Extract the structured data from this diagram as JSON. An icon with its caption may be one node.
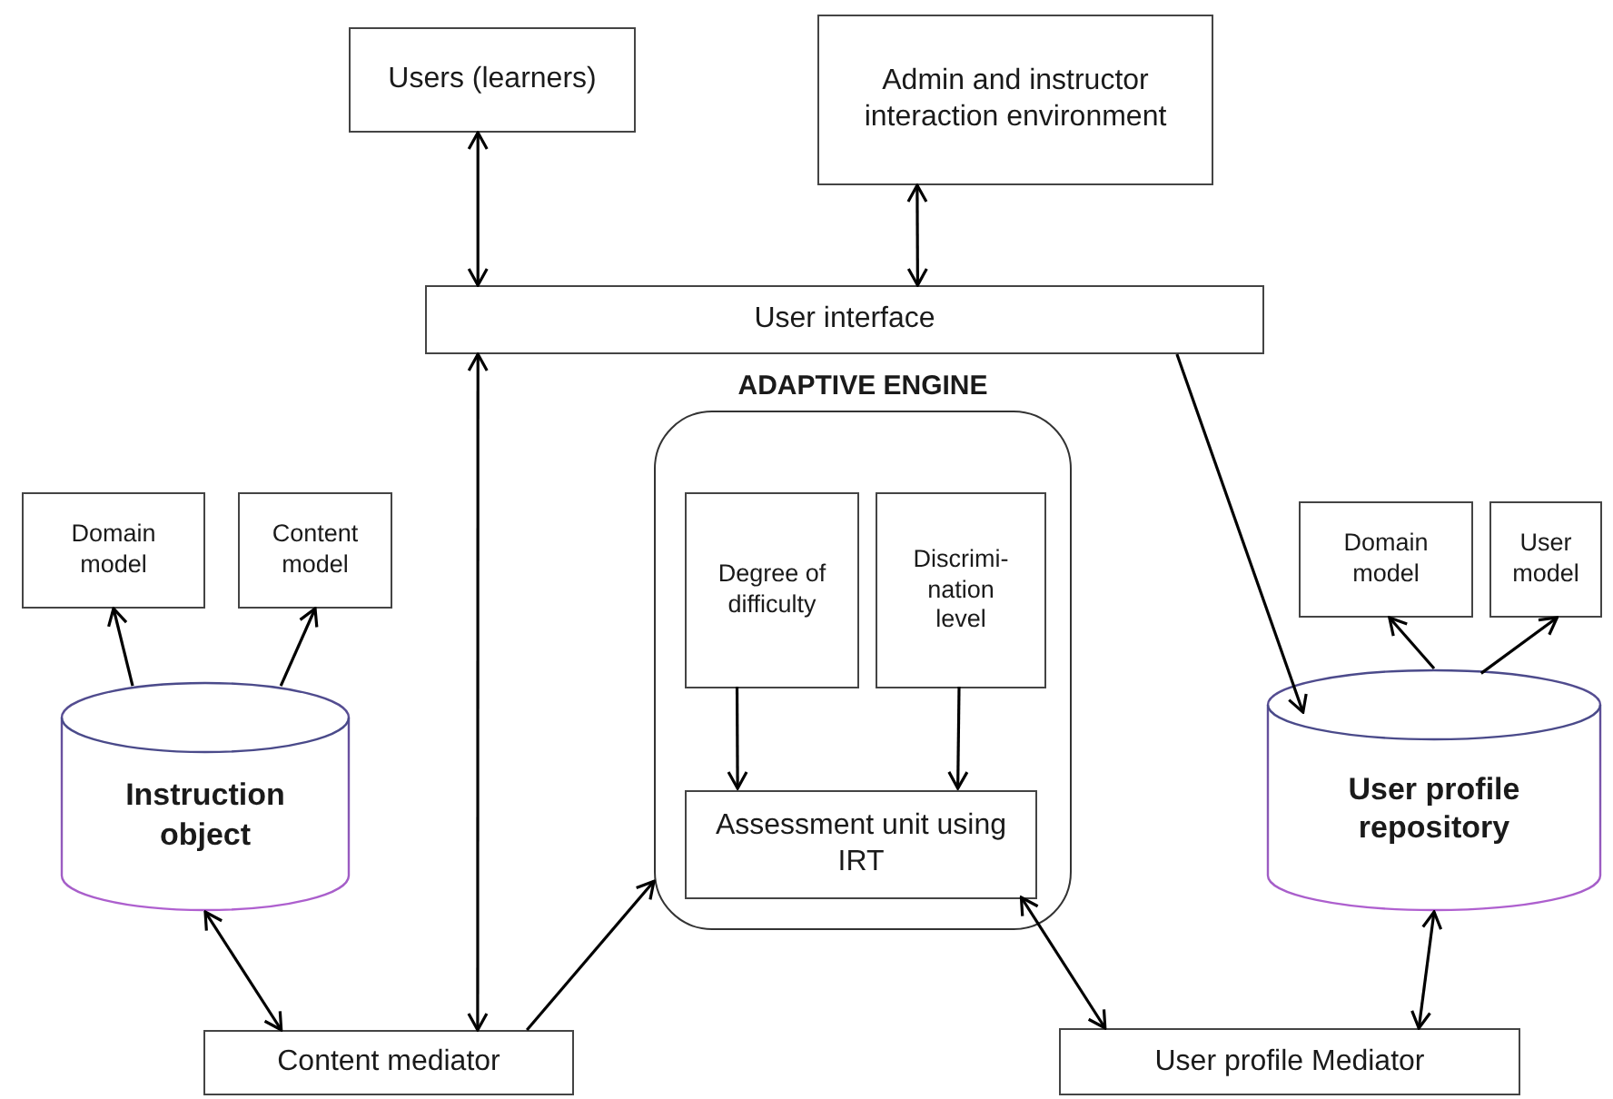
{
  "diagram": {
    "nodes": [
      {
        "text": [
          "Users (learners)"
        ]
      },
      {
        "text": [
          "Admin and instructor interaction environment"
        ]
      },
      {
        "text": [
          "User interface"
        ]
      },
      {
        "text": [
          "ADAPTIVE ENGINE"
        ]
      },
      {
        "text": [
          "Degree of difficulty"
        ],
        "in": 3
      },
      {
        "text": [
          "Discrimi- nation level"
        ],
        "in": 3
      },
      {
        "text": [
          "Assessment unit using IRT"
        ],
        "in": 3
      },
      {
        "text": [
          "Domain model"
        ]
      },
      {
        "text": [
          "Content model"
        ]
      },
      {
        "text": [
          "Instruction object"
        ]
      },
      {
        "text": [
          "Content mediator"
        ]
      },
      {
        "text": [
          "Domain model"
        ]
      },
      {
        "text": [
          "User model"
        ]
      },
      {
        "text": [
          "User profile repository"
        ]
      },
      {
        "text": [
          "User profile Mediator"
        ]
      }
    ],
    "edges": [
      {
        "from": 0,
        "to": 2,
        "arrow": "both"
      },
      {
        "from": 1,
        "to": 2,
        "arrow": "both"
      },
      {
        "from": 2,
        "to": 10,
        "arrow": "both"
      },
      {
        "from": 10,
        "to": 3,
        "arrow": "to"
      },
      {
        "from": 2,
        "to": 13,
        "arrow": "to"
      },
      {
        "from": 4,
        "to": 6,
        "arrow": "to"
      },
      {
        "from": 5,
        "to": 6,
        "arrow": "to"
      },
      {
        "from": 6,
        "to": 14,
        "arrow": "both"
      },
      {
        "from": 9,
        "to": 7,
        "arrow": "to"
      },
      {
        "from": 9,
        "to": 8,
        "arrow": "to"
      },
      {
        "from": 9,
        "to": 10,
        "arrow": "both"
      },
      {
        "from": 13,
        "to": 11,
        "arrow": "to"
      },
      {
        "from": 13,
        "to": 12,
        "arrow": "to"
      },
      {
        "from": 13,
        "to": 14,
        "arrow": "both"
      }
    ]
  }
}
